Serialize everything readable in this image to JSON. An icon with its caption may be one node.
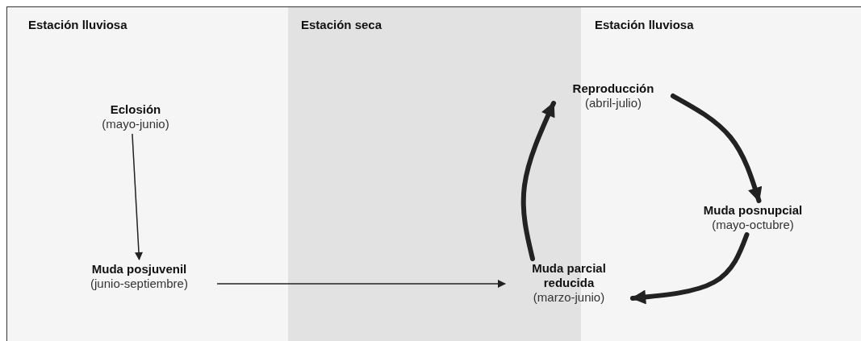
{
  "diagram": {
    "nodes": [
      {
        "text": [
          "Eclosión",
          "(mayo-junio)"
        ]
      },
      {
        "text": [
          "Muda posjuvenil",
          "(junio-septiembre)"
        ]
      },
      {
        "text": [
          "Muda parcial reducida",
          "(marzo-junio)"
        ]
      },
      {
        "text": [
          "Reproducción",
          "(abril-julio)"
        ]
      },
      {
        "text": [
          "Muda posnupcial",
          "(mayo-octubre)"
        ]
      }
    ],
    "edges": [
      {
        "from": 0,
        "to": 1,
        "arrow": "to"
      },
      {
        "from": 1,
        "to": 2,
        "arrow": "to"
      },
      {
        "from": 2,
        "to": 3,
        "arrow": "to"
      },
      {
        "from": 3,
        "to": 4,
        "arrow": "to"
      },
      {
        "from": 4,
        "to": 2,
        "arrow": "to"
      }
    ],
    "labels": [
      "Estación lluviosa",
      "Estación seca",
      "Estación lluviosa"
    ]
  }
}
